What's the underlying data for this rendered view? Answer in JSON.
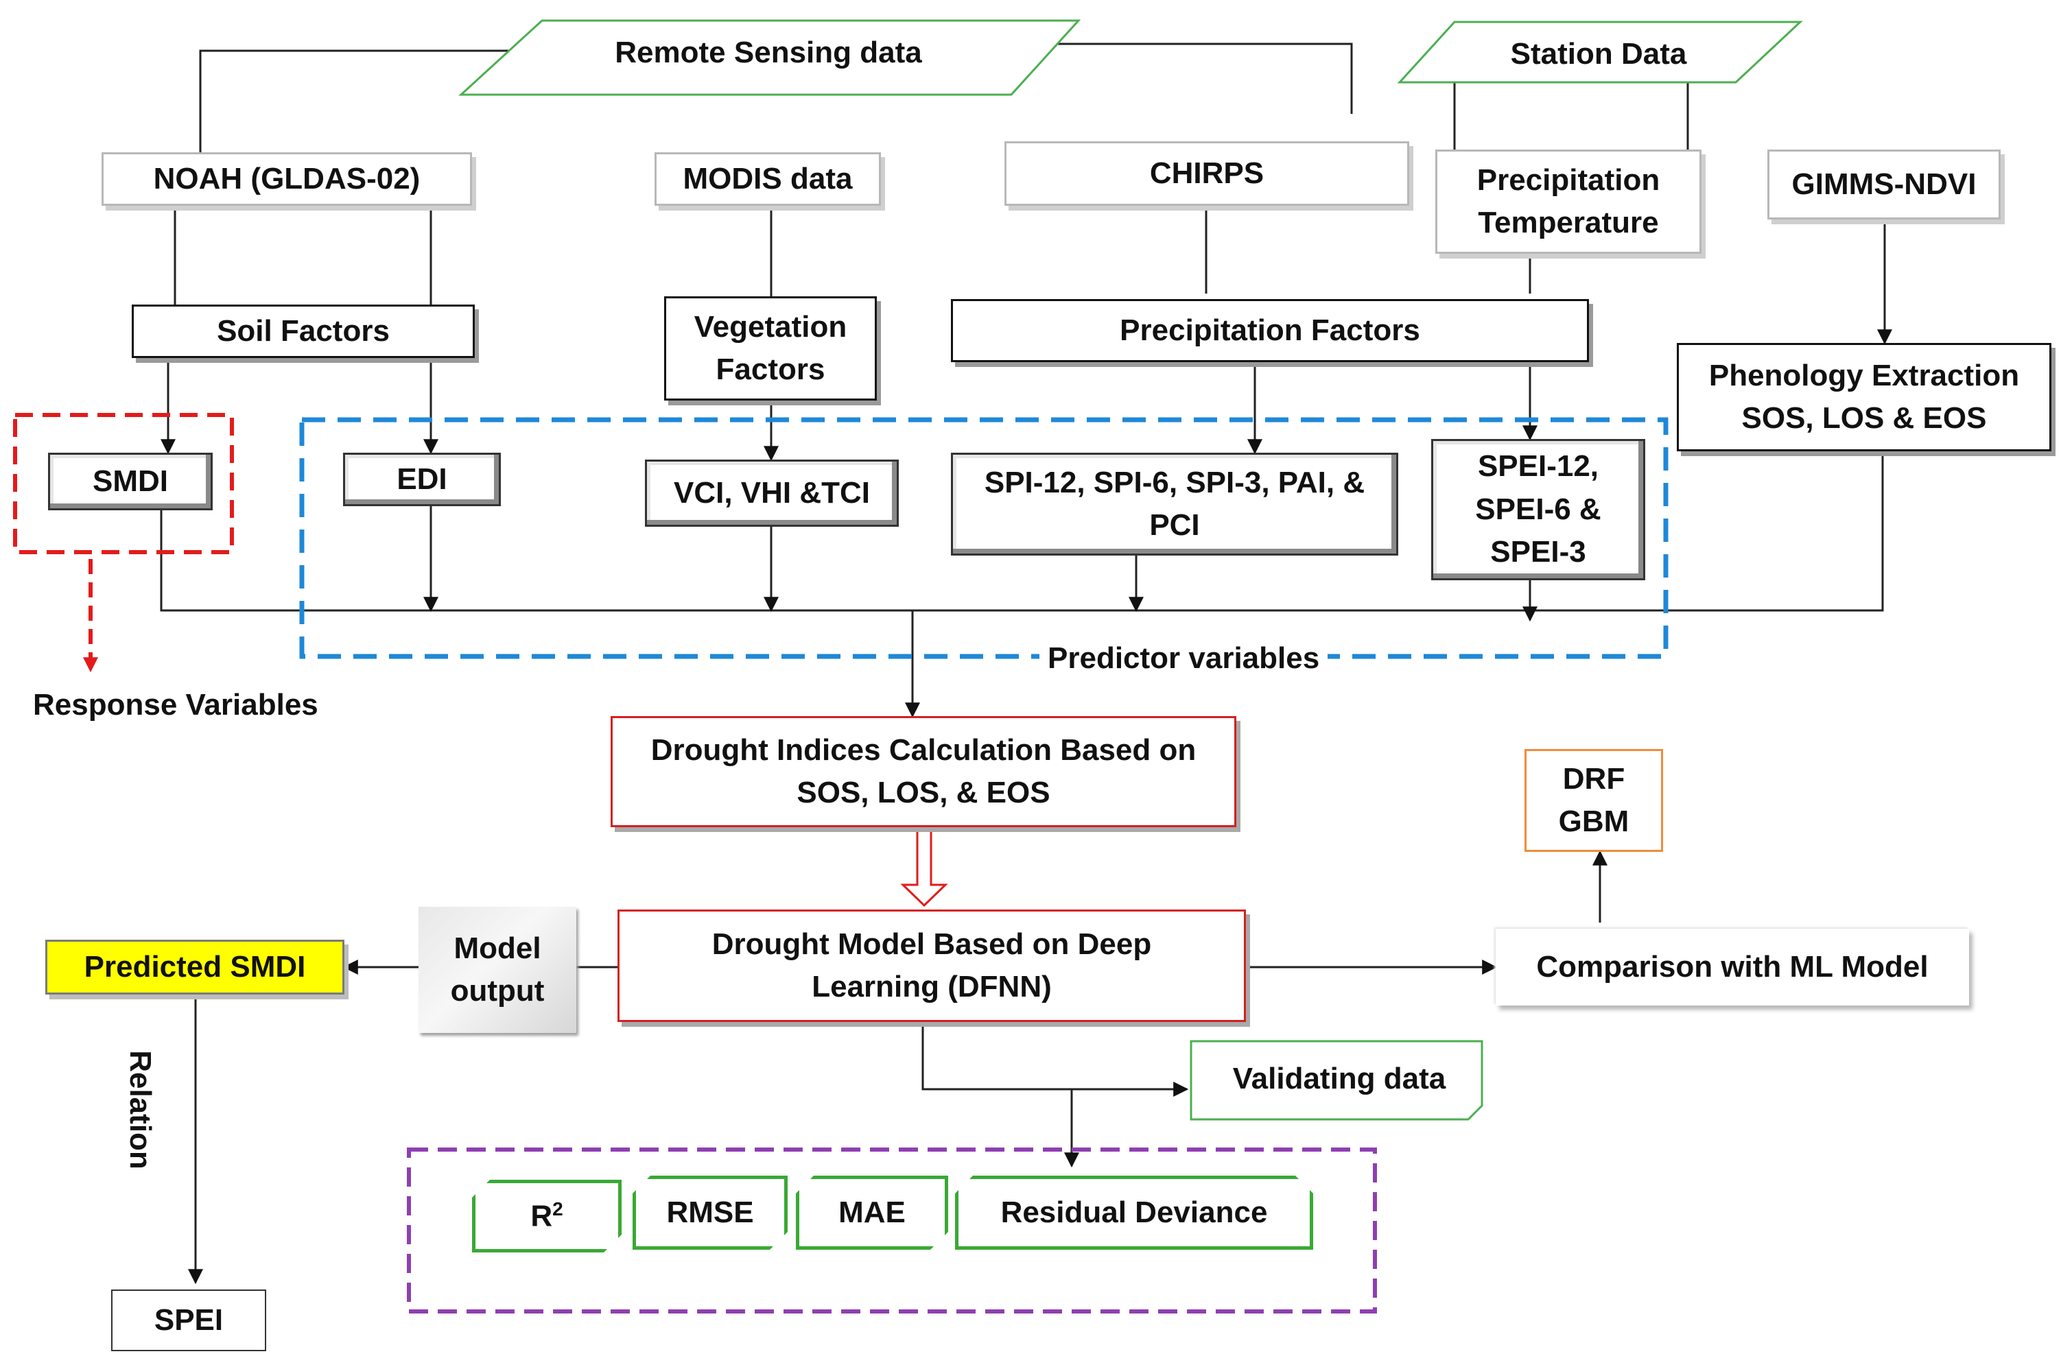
{
  "sources": {
    "remote_sensing": "Remote Sensing data",
    "station": "Station Data"
  },
  "datasets": {
    "noah": "NOAH (GLDAS-02)",
    "modis": "MODIS data",
    "chirps": "CHIRPS",
    "precip_temp": "Precipitation\nTemperature",
    "gimms": "GIMMS-NDVI"
  },
  "factors": {
    "soil": "Soil Factors",
    "vegetation": "Vegetation\nFactors",
    "precipitation": "Precipitation Factors",
    "phenology": "Phenology Extraction\nSOS, LOS & EOS"
  },
  "indices": {
    "smdi": "SMDI",
    "edi": "EDI",
    "vci": "VCI, VHI &TCI",
    "spi": "SPI-12, SPI-6, SPI-3, PAI, &\nPCI",
    "spei": "SPEI-12,\nSPEI-6 &\nSPEI-3"
  },
  "labels": {
    "response": "Response Variables",
    "predictor": "Predictor variables",
    "relation": "Relation"
  },
  "process": {
    "calculation": "Drought Indices Calculation Based on\nSOS, LOS, & EOS",
    "model": "Drought Model Based on Deep\nLearning (DFNN)",
    "model_output": "Model\noutput",
    "predicted": "Predicted SMDI",
    "spei_out": "SPEI",
    "comparison": "Comparison with ML Model",
    "ml_models": "DRF\nGBM",
    "validating": "Validating data"
  },
  "metrics": {
    "r2_base": "R",
    "r2_sup": "2",
    "rmse": "RMSE",
    "mae": "MAE",
    "residual": "Residual Deviance"
  },
  "colors": {
    "response_dash": "#e31b1b",
    "predictor_dash": "#1e88d8",
    "metrics_dash": "#8e3fb0",
    "source_border": "#4caf50",
    "metric_border": "#39a935",
    "predicted_fill": "#ffff00",
    "highlight_border": "#d32020",
    "ml_border": "#f08c3a"
  }
}
